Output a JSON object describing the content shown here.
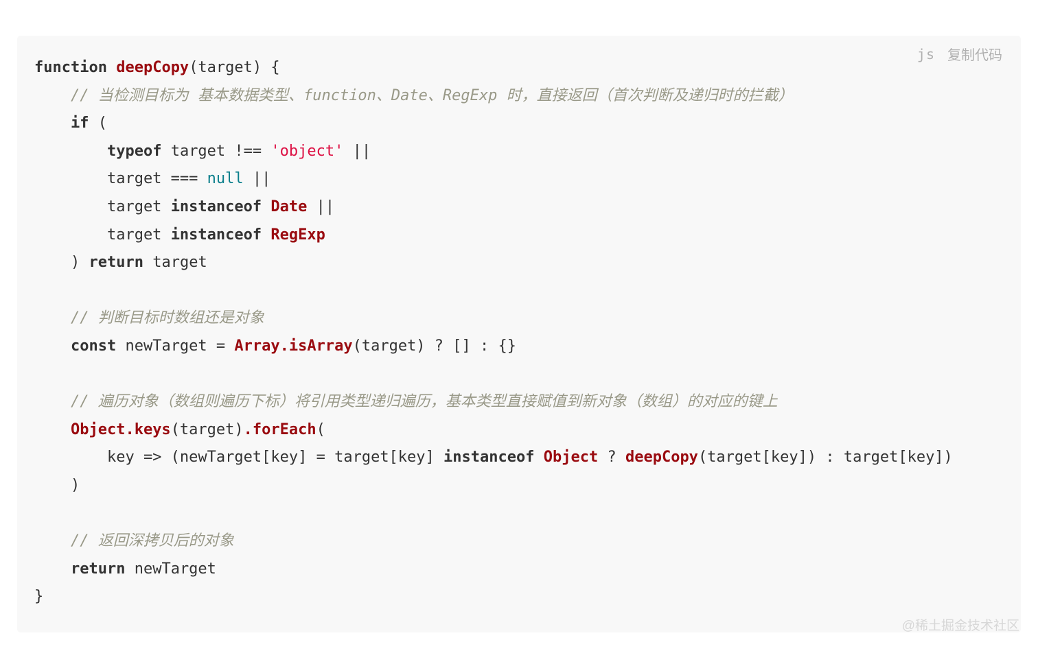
{
  "page": {
    "background": "#ffffff"
  },
  "code_block": {
    "background": "#f8f8f8",
    "lang_label": "js",
    "copy_label": "复制代码",
    "watermark": "@稀土掘金技术社区",
    "colors": {
      "plain": "#333333",
      "keyword": "#333333",
      "title": "#9a0b10",
      "string": "#dd1144",
      "literal": "#0b7f8c",
      "comment": "#999988",
      "header": "#b0b0b0",
      "watermark": "#d7d7d7"
    },
    "lines": [
      [
        [
          "k",
          "function"
        ],
        [
          "p",
          " "
        ],
        [
          "t",
          "deepCopy"
        ],
        [
          "p",
          "(target) {"
        ]
      ],
      [
        [
          "p",
          "    "
        ],
        [
          "c",
          "// 当检测目标为 基本数据类型、function、Date、RegExp 时，直接返回（首次判断及递归时的拦截）"
        ]
      ],
      [
        [
          "p",
          "    "
        ],
        [
          "k",
          "if"
        ],
        [
          "p",
          " ("
        ]
      ],
      [
        [
          "p",
          "        "
        ],
        [
          "k",
          "typeof"
        ],
        [
          "p",
          " target !== "
        ],
        [
          "s",
          "'object'"
        ],
        [
          "p",
          " ||"
        ]
      ],
      [
        [
          "p",
          "        target === "
        ],
        [
          "l",
          "null"
        ],
        [
          "p",
          " ||"
        ]
      ],
      [
        [
          "p",
          "        target "
        ],
        [
          "k",
          "instanceof"
        ],
        [
          "p",
          " "
        ],
        [
          "t",
          "Date"
        ],
        [
          "p",
          " ||"
        ]
      ],
      [
        [
          "p",
          "        target "
        ],
        [
          "k",
          "instanceof"
        ],
        [
          "p",
          " "
        ],
        [
          "t",
          "RegExp"
        ]
      ],
      [
        [
          "p",
          "    ) "
        ],
        [
          "k",
          "return"
        ],
        [
          "p",
          " target"
        ]
      ],
      [],
      [
        [
          "p",
          "    "
        ],
        [
          "c",
          "// 判断目标时数组还是对象"
        ]
      ],
      [
        [
          "p",
          "    "
        ],
        [
          "k",
          "const"
        ],
        [
          "p",
          " newTarget = "
        ],
        [
          "t",
          "Array.isArray"
        ],
        [
          "p",
          "(target) ? [] : {}"
        ]
      ],
      [],
      [
        [
          "p",
          "    "
        ],
        [
          "c",
          "// 遍历对象（数组则遍历下标）将引用类型递归遍历，基本类型直接赋值到新对象（数组）的对应的键上"
        ]
      ],
      [
        [
          "p",
          "    "
        ],
        [
          "t",
          "Object.keys"
        ],
        [
          "p",
          "(target)"
        ],
        [
          "t",
          ".forEach"
        ],
        [
          "p",
          "("
        ]
      ],
      [
        [
          "p",
          "        key => (newTarget[key] = target[key] "
        ],
        [
          "k",
          "instanceof"
        ],
        [
          "p",
          " "
        ],
        [
          "t",
          "Object"
        ],
        [
          "p",
          " ? "
        ],
        [
          "t",
          "deepCopy"
        ],
        [
          "p",
          "(target[key]) : target[key])"
        ]
      ],
      [
        [
          "p",
          "    )"
        ]
      ],
      [],
      [
        [
          "p",
          "    "
        ],
        [
          "c",
          "// 返回深拷贝后的对象"
        ]
      ],
      [
        [
          "p",
          "    "
        ],
        [
          "k",
          "return"
        ],
        [
          "p",
          " newTarget"
        ]
      ],
      [
        [
          "p",
          "}"
        ]
      ]
    ]
  }
}
